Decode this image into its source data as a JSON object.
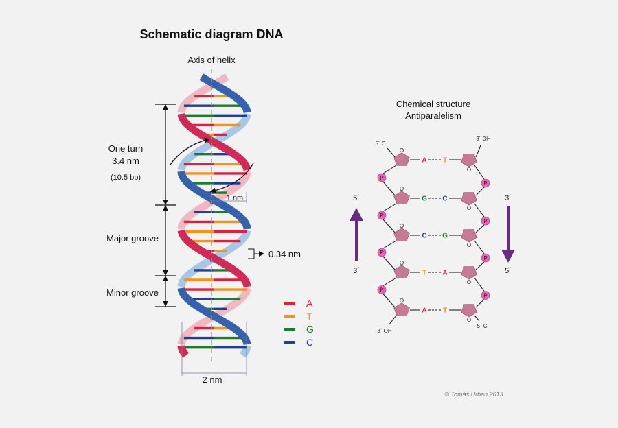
{
  "title": "Schematic diagram DNA",
  "helix": {
    "axis_label": "Axis of helix",
    "one_turn_label": "One turn",
    "one_turn_length": "3.4 nm",
    "one_turn_bp": "(10.5 bp)",
    "major_groove": "Major groove",
    "minor_groove": "Minor groove",
    "rise_label": "0.34 nm",
    "radius_label": "1 nm",
    "diameter_label": "2 nm",
    "turns": 2.4
  },
  "legend": [
    {
      "base": "A",
      "color": "#d9233c"
    },
    {
      "base": "T",
      "color": "#f2931e"
    },
    {
      "base": "G",
      "color": "#1e7a2e"
    },
    {
      "base": "C",
      "color": "#223f8c"
    }
  ],
  "colors": {
    "strand_front": "#3561ad",
    "strand_back": "#a8c6e6",
    "strand2_front": "#d12a58",
    "strand2_back": "#f2b8c2",
    "sugar": "#c77a95",
    "phosphate": "#e865b4",
    "arrow": "#6a2a82"
  },
  "chemical": {
    "title_line1": "Chemical structure",
    "title_line2": "Antiparalelism",
    "left_top_end": "5´ C",
    "right_top_end": "3´ OH",
    "left_bottom_end": "3´ OH",
    "right_bottom_end": "5´ C",
    "phosphate_label": "P",
    "oxygen_label": "O",
    "left_arrow_top": "5´",
    "left_arrow_bottom": "3´",
    "right_arrow_top": "3´",
    "right_arrow_bottom": "5´",
    "pairs": [
      {
        "left": "A",
        "right": "T"
      },
      {
        "left": "G",
        "right": "C"
      },
      {
        "left": "C",
        "right": "G"
      },
      {
        "left": "T",
        "right": "A"
      },
      {
        "left": "A",
        "right": "T"
      }
    ]
  },
  "copyright": "© Tomáš Urban 2013"
}
